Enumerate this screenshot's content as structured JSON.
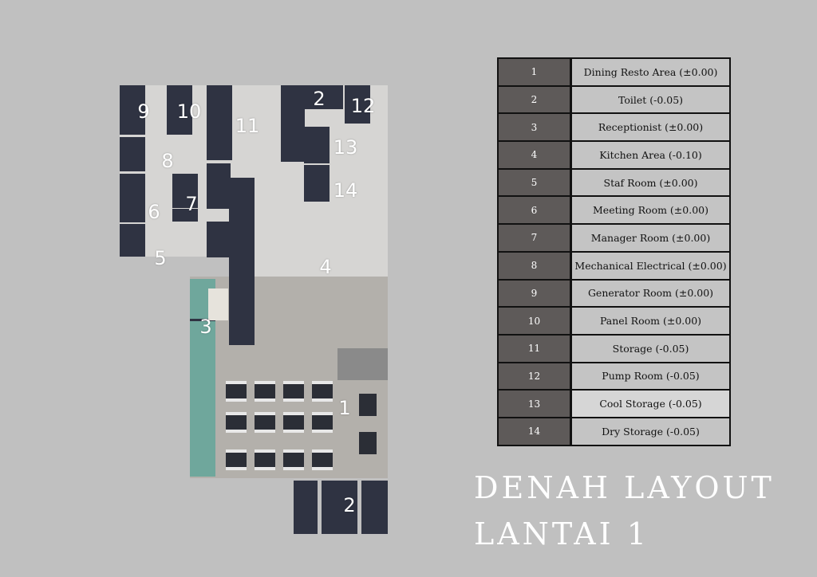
{
  "floor_plan": {
    "room_labels": [
      "9",
      "10",
      "11",
      "2",
      "12",
      "13",
      "14",
      "8",
      "6",
      "7",
      "5",
      "4",
      "3",
      "1",
      "2"
    ]
  },
  "legend": [
    {
      "num": "1",
      "name": "Dining Resto Area  (±0.00)"
    },
    {
      "num": "2",
      "name": "Toilet (-0.05)"
    },
    {
      "num": "3",
      "name": "Receptionist (±0.00)"
    },
    {
      "num": "4",
      "name": "Kitchen Area (-0.10)"
    },
    {
      "num": "5",
      "name": "Staf Room (±0.00)"
    },
    {
      "num": "6",
      "name": "Meeting Room (±0.00)"
    },
    {
      "num": "7",
      "name": "Manager Room (±0.00)"
    },
    {
      "num": "8",
      "name": "Mechanical Electrical (±0.00)"
    },
    {
      "num": "9",
      "name": "Generator Room (±0.00)"
    },
    {
      "num": "10",
      "name": "Panel Room (±0.00)"
    },
    {
      "num": "11",
      "name": "Storage (-0.05)"
    },
    {
      "num": "12",
      "name": "Pump Room (-0.05)"
    },
    {
      "num": "13",
      "name": "Cool Storage (-0.05)"
    },
    {
      "num": "14",
      "name": "Dry Storage (-0.05)"
    }
  ],
  "title": {
    "line1": "DENAH LAYOUT",
    "line2": "LANTAI 1"
  }
}
